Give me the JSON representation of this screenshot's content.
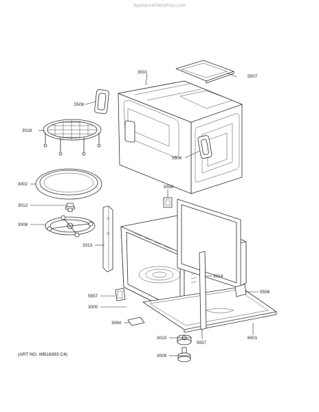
{
  "watermark": "AppliancePartsPros.com",
  "art_number": "(ART NO. WB18393 C4)",
  "callouts": {
    "c3001": "3001",
    "c5507": "5507",
    "c5506a": "5506",
    "c3018": "3018",
    "c5506b": "5506",
    "c3002": "3002",
    "c5558a": "5558",
    "c3012": "3012",
    "c3008": "3008",
    "c3313": "3313",
    "c3314": "3314",
    "c5557a": "5557",
    "c5558b": "5558",
    "c3000": "3000",
    "c3064": "3064",
    "c3010": "3010",
    "c5557b": "5557",
    "c6001": "6001",
    "c3009": "3009"
  }
}
